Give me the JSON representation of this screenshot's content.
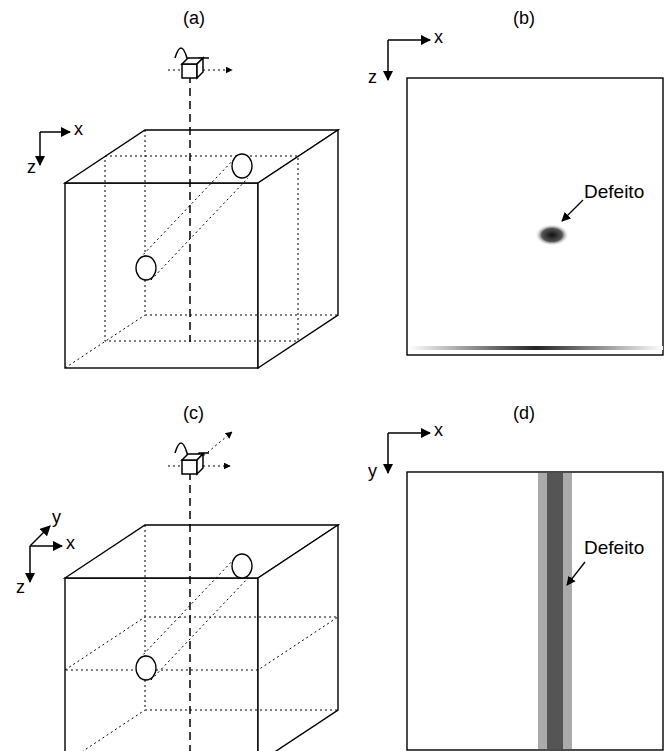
{
  "diagram": {
    "labels": [
      "(a)",
      "(b)",
      "x",
      "z",
      "x",
      "z",
      "Defeito",
      "(c)",
      "(d)",
      "y",
      "x",
      "z",
      "x",
      "y",
      "Defeito"
    ]
  }
}
